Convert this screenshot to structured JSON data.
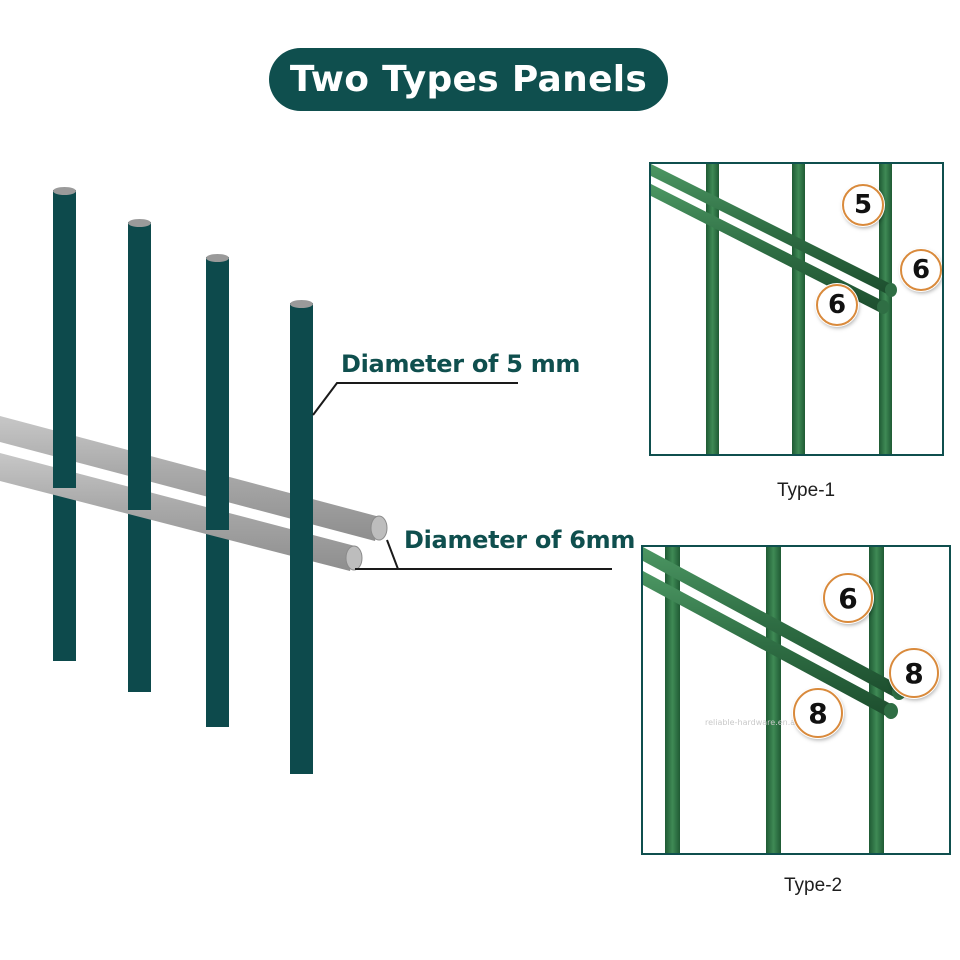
{
  "title": "Two Types Panels",
  "labels": {
    "wire_vertical": "Diameter of 5 mm",
    "wire_horizontal": "Diameter of 6mm"
  },
  "panels": [
    {
      "caption": "Type-1",
      "badges": {
        "top": "5",
        "right": "6",
        "left": "6"
      }
    },
    {
      "caption": "Type-2",
      "badges": {
        "top": "6",
        "right": "8",
        "left": "8"
      }
    }
  ],
  "watermark": "reliable-hardware.en.alibaba.com",
  "colors": {
    "primary": "#0f4f4e",
    "wire_green": "#2f6e44",
    "wire_grey": "#a8a8a8",
    "badge_ring": "#d98a3c"
  }
}
